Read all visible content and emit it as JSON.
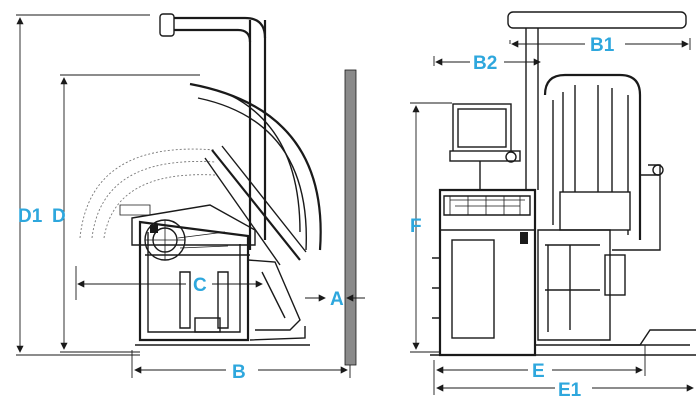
{
  "labels": {
    "d1": "D1",
    "d": "D",
    "c": "C",
    "a": "A",
    "b": "B",
    "b1": "B1",
    "b2": "B2",
    "f": "F",
    "e": "E",
    "e1": "E1"
  },
  "colors": {
    "label": "#2ea7dd",
    "line": "#1a1a1a",
    "wall": "#8a8a8a"
  }
}
